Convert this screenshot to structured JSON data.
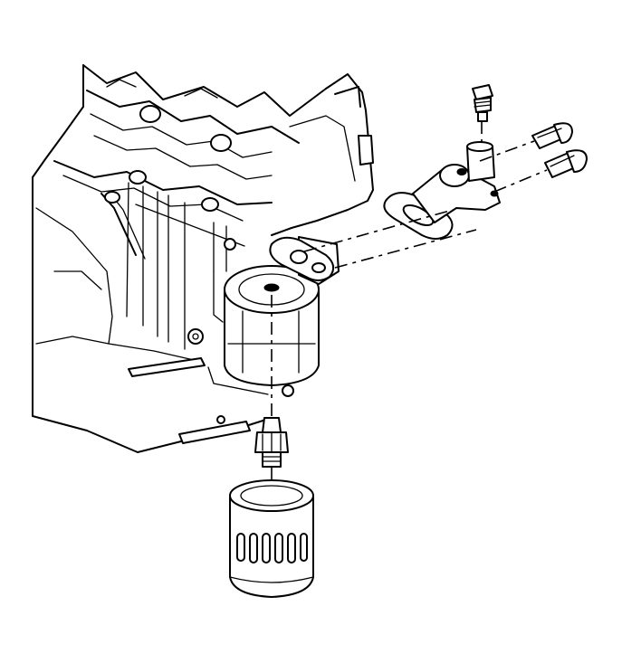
{
  "diagram": {
    "parts": [
      "engine-block",
      "oil-filter-adapter",
      "oil-filter-adapter-gasket",
      "oil-cooler-connector",
      "oil-cooler-adapter",
      "oil-cooler-adapter-gasket",
      "oil-pressure-sensor",
      "adapter-bolt",
      "oil-filter-fitting",
      "oil-filter"
    ],
    "colors": {
      "line": "#000000",
      "background": "#ffffff"
    }
  }
}
